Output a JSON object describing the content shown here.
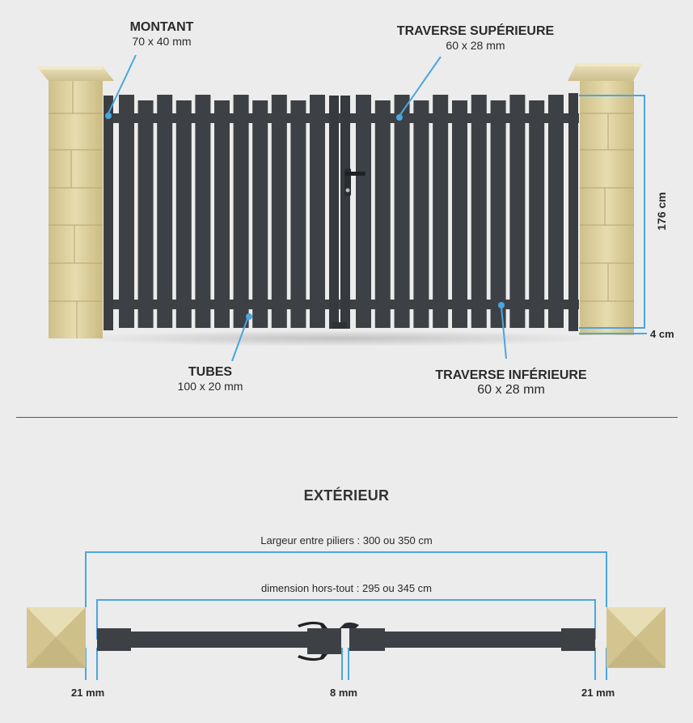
{
  "labels": {
    "montant": {
      "title": "MONTANT",
      "size": "70 x 40 mm"
    },
    "traverse_sup": {
      "title": "TRAVERSE SUPÉRIEURE",
      "size": "60 x 28 mm"
    },
    "tubes": {
      "title": "TUBES",
      "size": "100 x 20 mm"
    },
    "traverse_inf": {
      "title": "TRAVERSE INFÉRIEURE",
      "size": "60 x 28 mm"
    }
  },
  "height_dim": "176 cm",
  "gap_dim": "4 cm",
  "exterior": {
    "heading": "EXTÉRIEUR",
    "largeur": "Largeur entre piliers : 300 ou 350 cm",
    "hors_tout": "dimension hors-tout : 295 ou 345 cm",
    "left_gap": "21 mm",
    "center_gap": "8 mm",
    "right_gap": "21 mm"
  },
  "colors": {
    "gate": "#3d4145",
    "pillar": "#dccf9c",
    "leader": "#4aa6e0"
  }
}
